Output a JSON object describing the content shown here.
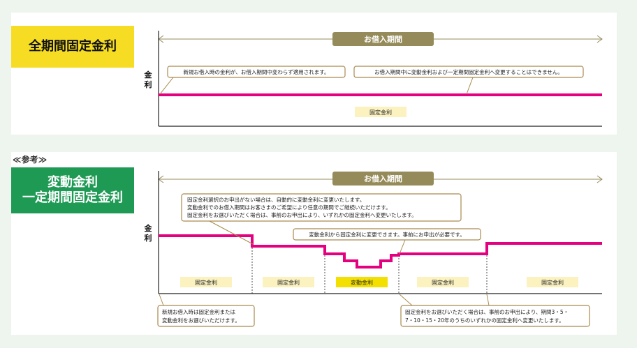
{
  "section1": {
    "title": "全期間固定金利",
    "period_label": "お借入期間",
    "y_axis_label": "金利",
    "callouts": [
      "新規お借入時の金利が、お借入期間中変わらず適用されます。",
      "お借入期間中に変動金利および一定期間固定金利へ変更することはできません。"
    ],
    "rate_tag": "固定金利"
  },
  "reference_label": "≪参考≫",
  "section2": {
    "title_line1": "変動金利",
    "title_line2": "一定期間固定金利",
    "period_label": "お借入期間",
    "y_axis_label": "金利",
    "top_callout": [
      "固定金利選択のお申出がない場合は、自動的に変動金利に変更いたします。",
      "変動金利でのお借入期間はお客さまのご希望により任意の期間でご継続いただけます。",
      "固定金利をお選びいただく場合は、事前のお申出により、いずれかの固定金利へ変更いたします。"
    ],
    "mid_callout": "変動金利から固定金利に変更できます。事前にお申出が必要です。",
    "rate_tags": [
      "固定金利",
      "固定金利",
      "変動金利",
      "固定金利",
      "固定金利"
    ],
    "bottom_left_callout": [
      "新規お借入時は固定金利または",
      "変動金利をお選びいただけます。"
    ],
    "bottom_right_callout": [
      "固定金利をお選びいただく場合は、事前のお申出により、期間3・5・",
      "7・10・15・20年のうちのいずれかの固定金利へ変更いたします。"
    ]
  },
  "colors": {
    "rate_line": "#e5007f",
    "period_badge": "#958b5a",
    "callout_border": "#a9894e",
    "fixed_tag": "#fbf2c0",
    "variable_tag": "#f4e000",
    "label_fixed_bg": "#f6dd24",
    "label_variable_bg": "#1f9a55"
  }
}
